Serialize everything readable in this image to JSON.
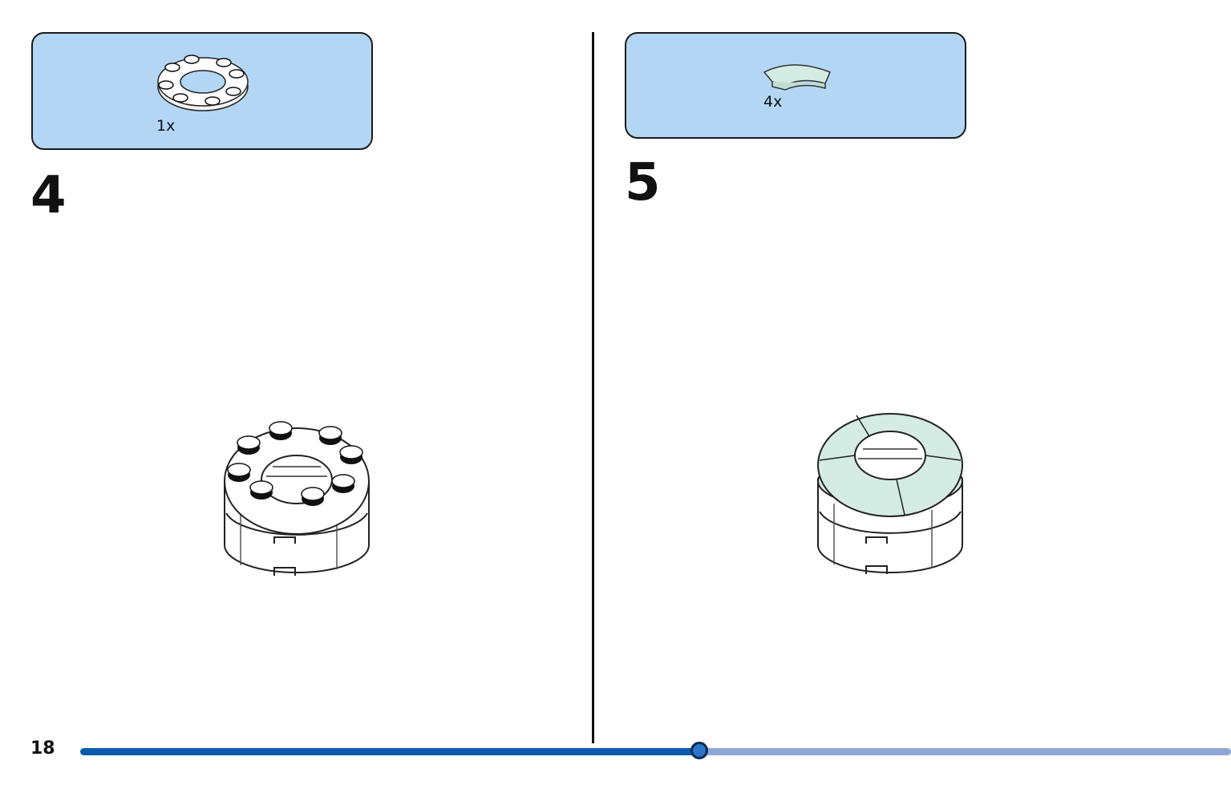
{
  "left_step": {
    "part_quantity": "1x",
    "part_icon": "round-plate-with-studs-icon",
    "step_number": "4",
    "model_icon": "round-brick-assembly-with-studs"
  },
  "right_step": {
    "part_quantity": "4x",
    "part_icon": "curved-tile-icon",
    "step_number": "5",
    "model_icon": "round-brick-assembly-with-tiles"
  },
  "footer": {
    "page_number": "18",
    "progress_fraction": 0.538
  },
  "colors": {
    "parts_box_bg": "#b3d6f5",
    "tile_color": "#d4ece3",
    "progress_done": "#0a5bab",
    "progress_remaining": "#8ea7d6"
  }
}
